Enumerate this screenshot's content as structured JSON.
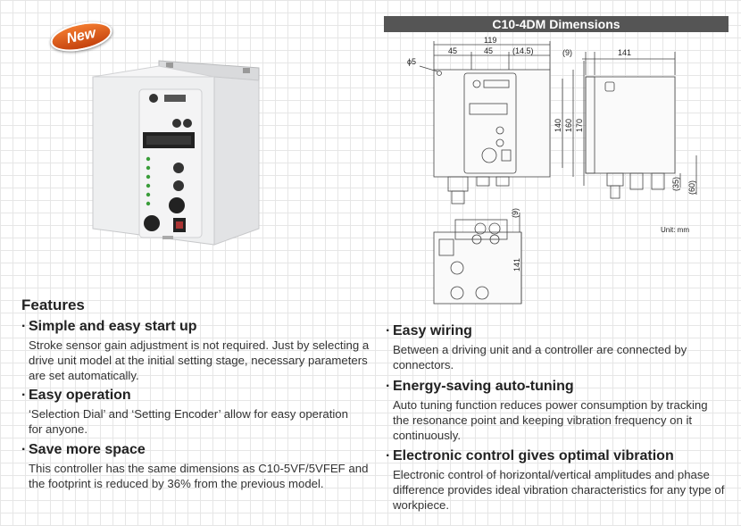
{
  "badge": "New",
  "dimensions": {
    "title": "C10-4DM Dimensions",
    "labels": {
      "d119": "119",
      "d45a": "45",
      "d45b": "45",
      "d14_5": "(14.5)",
      "phi5": "ϕ5",
      "d9a": "(9)",
      "d141a": "141",
      "d140": "140",
      "d160": "160",
      "d170": "170",
      "d35": "(35)",
      "d60": "(60)",
      "d9b": "(9)",
      "d141b": "141",
      "unit": "Unit: mm"
    }
  },
  "features": {
    "title": "Features",
    "items": [
      {
        "heading": "Simple and easy start up",
        "body": "Stroke sensor gain adjustment is not required. Just by selecting a drive unit model at the initial setting stage, necessary parameters are set automatically."
      },
      {
        "heading": "Easy operation",
        "body": "‘Selection Dial’ and ‘Setting Encoder’ allow for easy operation for anyone."
      },
      {
        "heading": "Save more space",
        "body": "This controller has the same dimensions as C10-5VF/5VFEF and the footprint is reduced by 36% from the previous model."
      },
      {
        "heading": "Easy wiring",
        "body": "Between a driving unit and a controller are connected by connectors."
      },
      {
        "heading": "Energy-saving auto-tuning",
        "body": "Auto tuning function reduces power consumption by tracking the resonance point and keeping vibration frequency on it continuously."
      },
      {
        "heading": "Electronic control gives optimal vibration",
        "body": "Electronic control of horizontal/vertical amplitudes and phase difference provides ideal vibration characteristics for any type of workpiece."
      }
    ]
  }
}
